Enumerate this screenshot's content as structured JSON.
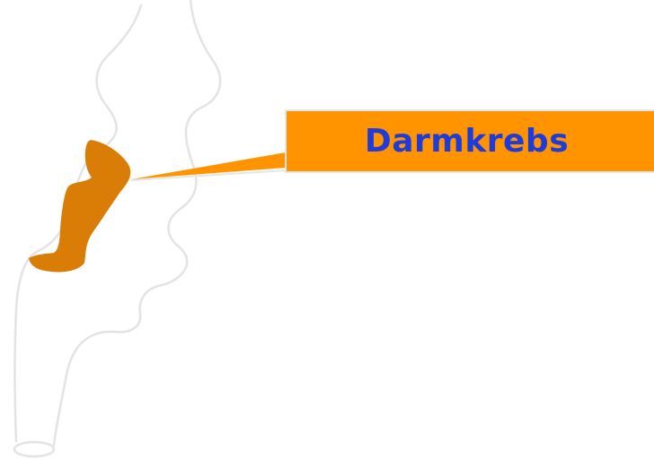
{
  "callout": {
    "label": "Darmkrebs"
  },
  "colors": {
    "background": "#ffffff",
    "organ_outline": "#e3e3e3",
    "tumor": "#d97d07",
    "callout_fill": "#ff9400",
    "callout_border": "#e6e6e6",
    "label_text": "#1f3bd9"
  },
  "icons": {
    "organ": "intestine-outline",
    "highlight": "tumor-region"
  }
}
